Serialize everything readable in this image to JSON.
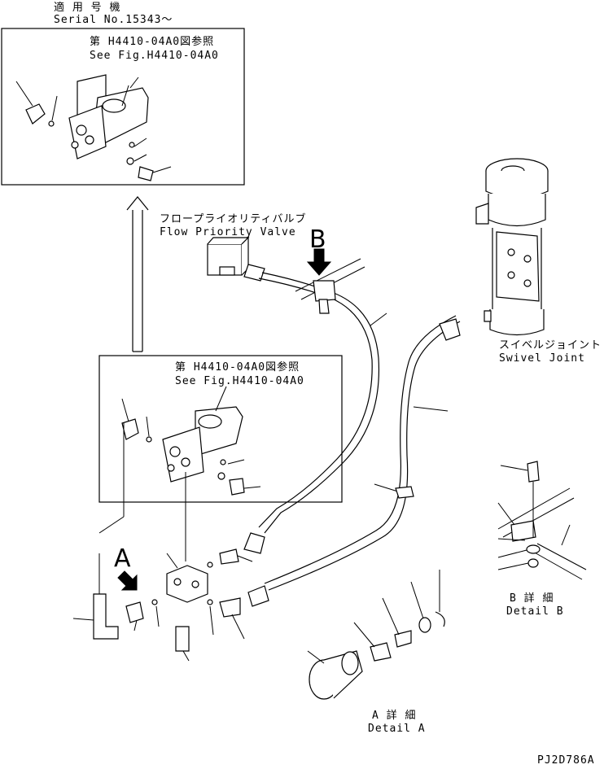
{
  "applicable": {
    "jp_label": "適 用 号 機",
    "serial": "Serial No.15343～"
  },
  "inset_top": {
    "ref_jp": "第 H4410-04A0図参照",
    "ref_en": "See Fig.H4410-04A0"
  },
  "inset_mid": {
    "ref_jp": "第 H4410-04A0図参照",
    "ref_en": "See Fig.H4410-04A0"
  },
  "flow_valve": {
    "jp": "フロープライオリティバルブ",
    "en": "Flow Priority Valve"
  },
  "swivel": {
    "jp": "スイベルジョイント",
    "en": "Swivel Joint"
  },
  "callouts": {
    "a": "A",
    "b": "B"
  },
  "detail_a": {
    "jp": "A 詳 細",
    "en": "Detail A"
  },
  "detail_b": {
    "jp": "B 詳 細",
    "en": "Detail B"
  },
  "drawing_number": "PJ2D786A"
}
